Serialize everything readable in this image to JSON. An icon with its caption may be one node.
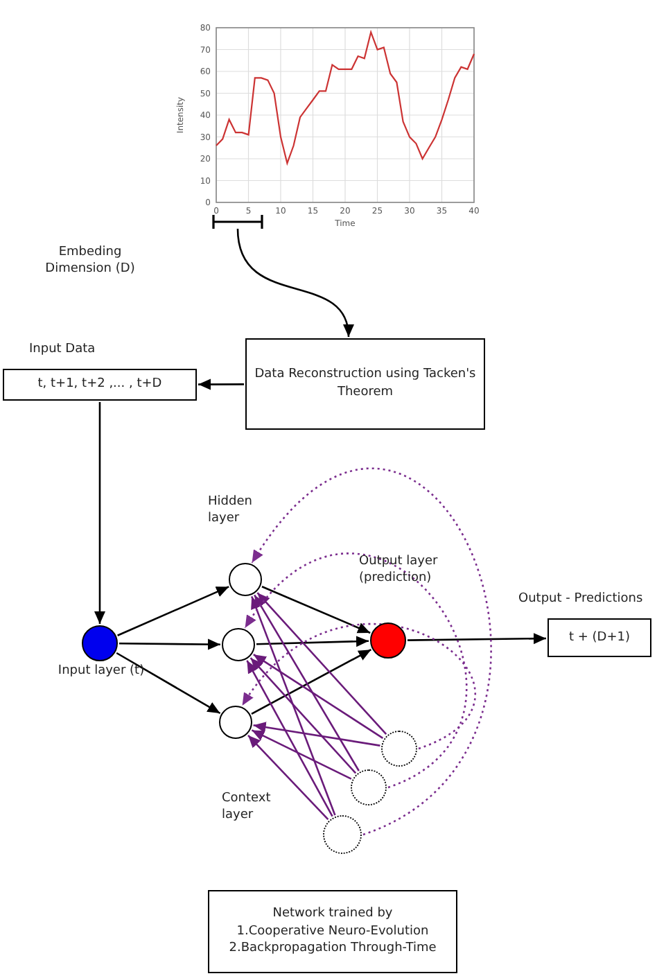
{
  "diagram": {
    "nodes": [
      {
        "text": [],
        "shape": "bracket"
      },
      {
        "text": [
          "Data Reconstruction using Tacken's Theorem"
        ]
      },
      {
        "text": [
          "Input Data",
          "t, t+1, t+2 ,... , t+D"
        ]
      },
      {
        "text": [],
        "shape": "circle",
        "beside": [
          "Input layer (t)"
        ]
      },
      {
        "text": [],
        "shape": "circle"
      },
      {
        "text": [],
        "shape": "circle"
      },
      {
        "text": [],
        "shape": "circle"
      },
      {
        "text": [],
        "shape": "circle",
        "beside": [
          "Output layer (prediction)"
        ]
      },
      {
        "text": [
          "Output - Predictions",
          "t + (D+1)"
        ]
      },
      {
        "text": [],
        "shape": "circle"
      },
      {
        "text": [],
        "shape": "circle"
      },
      {
        "text": [],
        "shape": "circle"
      },
      {
        "text": [
          "Network trained by",
          "1.Cooperative Neuro-Evolution",
          "2.Backpropagation Through-Time"
        ]
      }
    ],
    "edges": [
      {
        "from": 0,
        "to": 1,
        "arrow": "to"
      },
      {
        "from": 1,
        "to": 2,
        "arrow": "to"
      },
      {
        "from": 2,
        "to": 3,
        "arrow": "to"
      },
      {
        "from": 3,
        "to": 4,
        "arrow": "to"
      },
      {
        "from": 3,
        "to": 5,
        "arrow": "to"
      },
      {
        "from": 3,
        "to": 6,
        "arrow": "to"
      },
      {
        "from": 4,
        "to": 7,
        "arrow": "to"
      },
      {
        "from": 5,
        "to": 7,
        "arrow": "to"
      },
      {
        "from": 6,
        "to": 7,
        "arrow": "to"
      },
      {
        "from": 7,
        "to": 8,
        "arrow": "to"
      },
      {
        "from": 9,
        "to": 4,
        "arrow": "to",
        "color": "#6a1b7a"
      },
      {
        "from": 9,
        "to": 5,
        "arrow": "to",
        "color": "#6a1b7a"
      },
      {
        "from": 9,
        "to": 6,
        "arrow": "to",
        "color": "#6a1b7a"
      },
      {
        "from": 10,
        "to": 4,
        "arrow": "to",
        "color": "#6a1b7a"
      },
      {
        "from": 10,
        "to": 5,
        "arrow": "to",
        "color": "#6a1b7a"
      },
      {
        "from": 10,
        "to": 6,
        "arrow": "to",
        "color": "#6a1b7a"
      },
      {
        "from": 11,
        "to": 4,
        "arrow": "to",
        "color": "#6a1b7a"
      },
      {
        "from": 11,
        "to": 5,
        "arrow": "to",
        "color": "#6a1b7a"
      },
      {
        "from": 11,
        "to": 6,
        "arrow": "to",
        "color": "#6a1b7a"
      },
      {
        "from": 9,
        "to": 6,
        "arrow": "to",
        "style": "dashed",
        "color": "#7b2d8e"
      },
      {
        "from": 10,
        "to": 5,
        "arrow": "to",
        "style": "dashed",
        "color": "#7b2d8e"
      },
      {
        "from": 11,
        "to": 4,
        "arrow": "to",
        "style": "dashed",
        "color": "#7b2d8e"
      }
    ],
    "labels": [
      "Embeding Dimension (D)",
      "Hidden layer",
      "Context layer"
    ],
    "chart_data": {
      "type": "line",
      "xlabel": "Time",
      "ylabel": "Intensity",
      "x": [
        0,
        1,
        2,
        3,
        4,
        5,
        6,
        7,
        8,
        9,
        10,
        11,
        12,
        13,
        14,
        15,
        16,
        17,
        18,
        19,
        20,
        21,
        22,
        23,
        24,
        25,
        26,
        27,
        28,
        29,
        30,
        31,
        32,
        33,
        34,
        35,
        36,
        37,
        38,
        39,
        40
      ],
      "series": [
        {
          "color": "#cc3333",
          "values": [
            26,
            29,
            38,
            32,
            32,
            31,
            57,
            57,
            56,
            50,
            30,
            18,
            26,
            39,
            43,
            47,
            51,
            51,
            63,
            61,
            61,
            61,
            67,
            66,
            78,
            70,
            71,
            59,
            55,
            37,
            30,
            27,
            20,
            25,
            30,
            38,
            47,
            57,
            62,
            61,
            68
          ]
        }
      ],
      "xlim": [
        0,
        40
      ],
      "ylim": [
        0,
        80
      ],
      "xticks": [
        0,
        5,
        10,
        15,
        20,
        25,
        30,
        35,
        40
      ],
      "yticks": [
        0,
        10,
        20,
        30,
        40,
        50,
        60,
        70,
        80
      ],
      "grid": true
    }
  }
}
